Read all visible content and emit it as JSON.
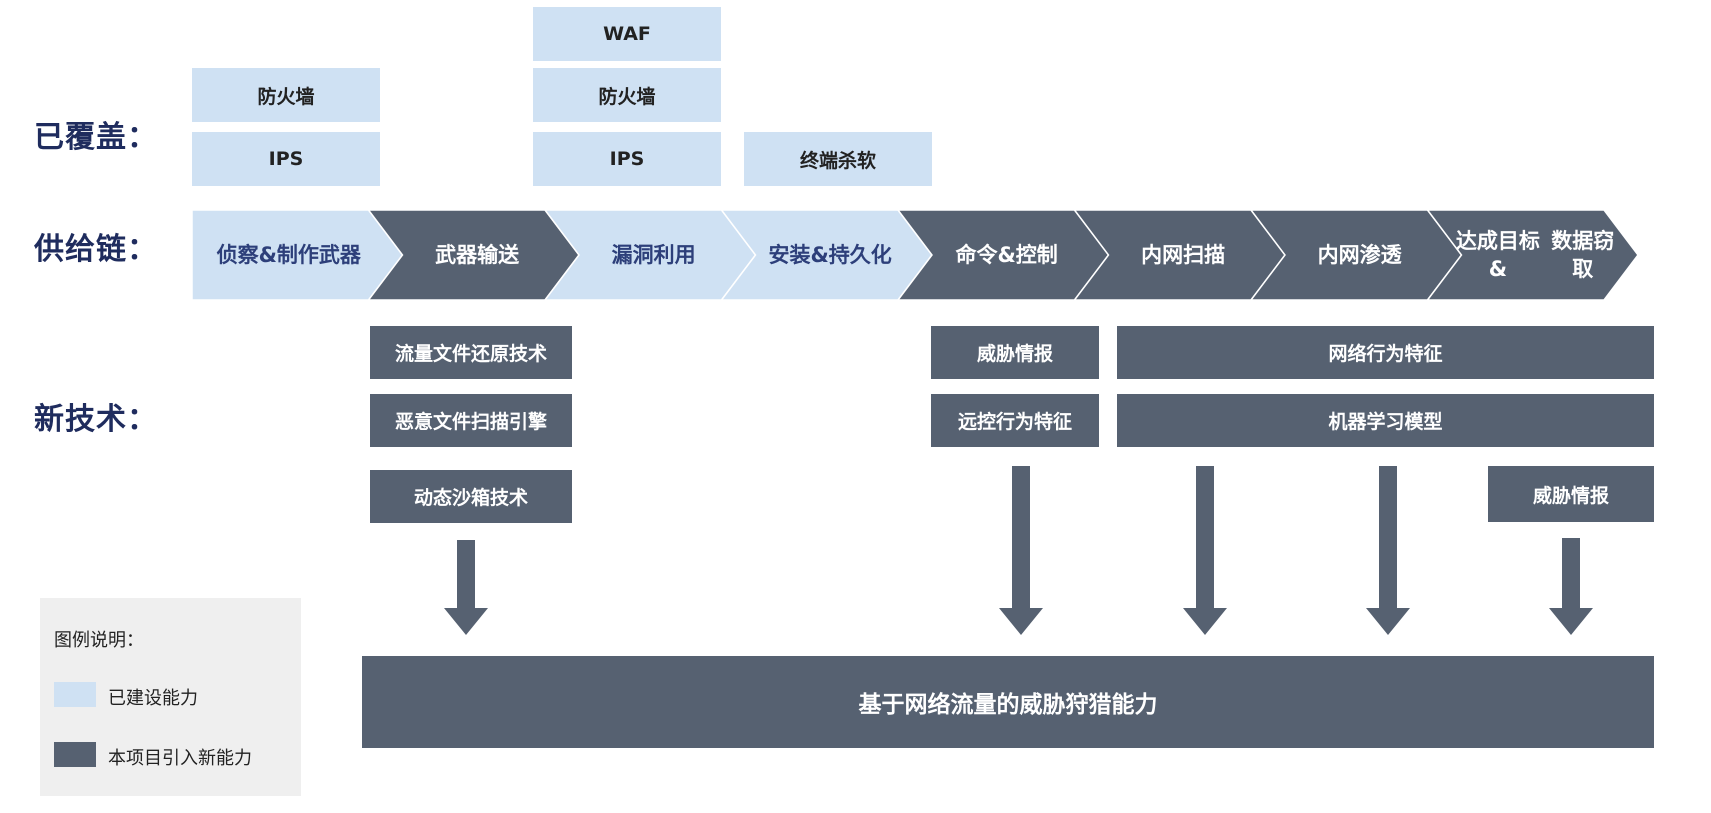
{
  "row_labels": {
    "covered": "已覆盖：",
    "supply_chain": "供给链：",
    "new_tech": "新技术："
  },
  "covered_boxes": {
    "col1": [
      "防火墙",
      "IPS"
    ],
    "col3": [
      "WAF",
      "防火墙",
      "IPS"
    ],
    "col4": [
      "终端杀软"
    ]
  },
  "chain_stages": [
    {
      "label": "侦察&制作武器",
      "style": "light"
    },
    {
      "label": "武器输送",
      "style": "dark"
    },
    {
      "label": "漏洞利用",
      "style": "light"
    },
    {
      "label": "安装&持久化",
      "style": "light"
    },
    {
      "label": "命令&控制",
      "style": "dark"
    },
    {
      "label": "内网扫描",
      "style": "dark"
    },
    {
      "label": "内网渗透",
      "style": "dark"
    },
    {
      "label": "达成目标&数据窃取",
      "style": "dark"
    }
  ],
  "new_tech": {
    "group1": [
      "流量文件还原技术",
      "恶意文件扫描引擎",
      "动态沙箱技术"
    ],
    "group2": [
      "威胁情报",
      "远控行为特征"
    ],
    "group3": [
      "网络行为特征",
      "机器学习模型"
    ],
    "group4": [
      "威胁情报"
    ]
  },
  "hunting_bar": "基于网络流量的威胁狩猎能力",
  "legend": {
    "title": "图例说明：",
    "items": [
      {
        "label": "已建设能力",
        "color": "#cfe1f3"
      },
      {
        "label": "本项目引入新能力",
        "color": "#566171"
      }
    ]
  },
  "colors": {
    "light": "#cfe1f3",
    "dark": "#566171",
    "label": "#1f2c5e"
  }
}
